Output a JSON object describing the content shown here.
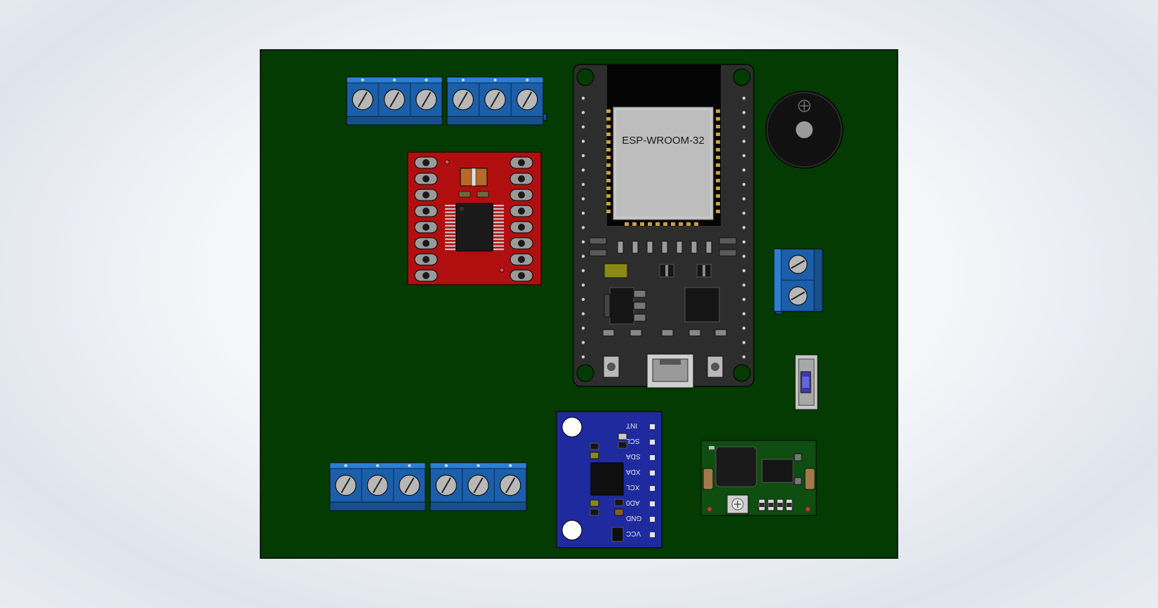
{
  "colors": {
    "pcb": "#033b03",
    "terminal_blue": "#1b5faa",
    "driver_red": "#b10f0f",
    "esp_board": "#2d2d2d",
    "imu_blue": "#1e2a9e",
    "buck_green": "#0e4e10"
  },
  "esp32": {
    "module_label": "ESP-WROOM-32"
  },
  "imu": {
    "pins": [
      "INT",
      "SCL",
      "SDA",
      "XDA",
      "XCL",
      "AD0",
      "GND",
      "VCC"
    ]
  },
  "icons": [
    "screw-terminal-icon",
    "buzzer-icon",
    "slide-switch-icon",
    "micro-usb-icon"
  ]
}
